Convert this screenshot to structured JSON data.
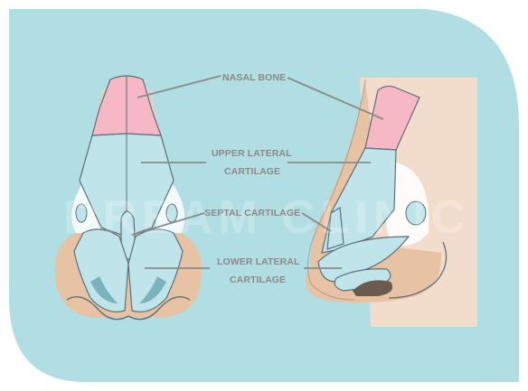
{
  "labels": {
    "nasal_bone": "NASAL BONE",
    "upper_lateral_line1": "UPPER LATERAL",
    "upper_lateral_line2": "CARTILAGE",
    "septal_cartilage": "SEPTAL  CARTILAGE",
    "lower_lateral_line1": "LOWER LATERAL",
    "lower_lateral_line2": "CARTILAGE"
  },
  "watermark": "DREAM CLINIC",
  "colors": {
    "background_panel": "#b0dee3",
    "skin_light": "#f2dccb",
    "skin_mid": "#e8c3a3",
    "bone": "#f5b8c4",
    "cartilage": "#bfe5ea",
    "cartilage_dark": "#7bb3bd",
    "outline": "#5c6f7a",
    "nostril": "#6b5a4e",
    "leader_line": "#8a8a8a",
    "label_text": "#8a8a8a"
  }
}
